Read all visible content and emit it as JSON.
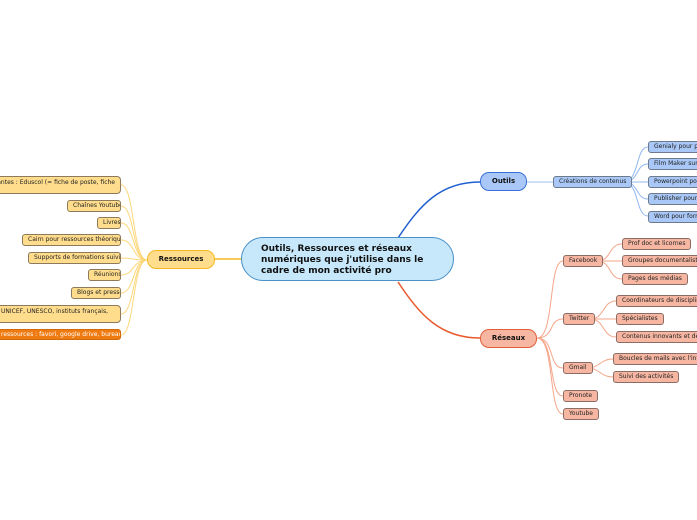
{
  "central": "Outils, Ressources et réseaux numériques que j'utilise dans le cadre de mon activité pro",
  "outils": {
    "label": "Outils",
    "child": "Créations de contenus",
    "leaves": [
      "Genialy pour pr",
      "Film Maker sur",
      "Powerpoint pou",
      "Publisher pour p",
      "Word pour form"
    ]
  },
  "reseaux": {
    "label": "Réseaux",
    "facebook": {
      "label": "Facebook",
      "leaves": [
        "Prof doc et licornes",
        "Groupes documentalistes",
        "Pages des médias"
      ]
    },
    "twitter": {
      "label": "Twitter",
      "leaves": [
        "Coordinateurs de disciplines",
        "Spécialistes",
        "Contenus innovants et de p"
      ]
    },
    "gmail": {
      "label": "Gmail",
      "leaves": [
        "Boucles de mails avec l'interp",
        "Suivi des activités"
      ]
    },
    "pronote": "Pronote",
    "youtube": "Youtube"
  },
  "ressources": {
    "label": "Ressources",
    "leaves": [
      "antes : Eduscol (= fiche de poste, fiche",
      "Chaînes Youtube",
      "Livres",
      "Cairn pour ressources théoriques",
      "Supports de formations suivies",
      "Réunions",
      "Blogs et presse",
      "UNICEF, UNESCO, instituts français,",
      "s ressources : favori, google drive, bureau"
    ]
  }
}
